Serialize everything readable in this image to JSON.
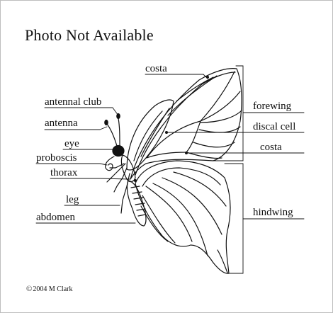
{
  "header": {
    "photo_label": "Photo Not Available"
  },
  "labels": {
    "costa_top": "costa",
    "antennal_club": "antennal club",
    "antenna": "antenna",
    "eye": "eye",
    "proboscis": "proboscis",
    "thorax": "thorax",
    "leg": "leg",
    "abdomen": "abdomen",
    "forewing": "forewing",
    "discal_cell": "discal cell",
    "costa_right": "costa",
    "hindwing": "hindwing"
  },
  "footer": {
    "copyright_symbol": "©",
    "copyright_text": "2004 M Clark"
  },
  "colors": {
    "line": "#111111",
    "frame": "#bdbdbd",
    "background": "#ffffff"
  }
}
